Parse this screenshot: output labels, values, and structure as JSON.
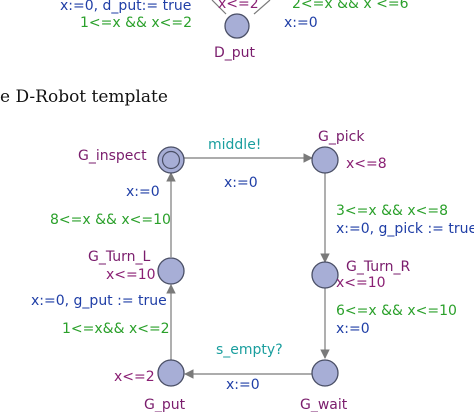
{
  "top_fragment": {
    "update_left": "x:=0, d_put:= true",
    "invariant_partial": "x<=2",
    "guard_right_partial": "2<=x && x <=6",
    "guard_left": "1<=x && x<=2",
    "update_right": "x:=0",
    "state_d_put": "D_put"
  },
  "caption": "e D-Robot template",
  "automaton": {
    "states": {
      "g_inspect": "G_inspect",
      "g_pick": "G_pick",
      "g_turn_r": "G_Turn_R",
      "g_turn_l": "G_Turn_L",
      "g_put": "G_put",
      "g_wait": "G_wait"
    },
    "invariants": {
      "g_pick": "x<=8",
      "g_turn_r": "x<=10",
      "g_turn_l": "x<=10",
      "g_put": "x<=2"
    },
    "edges": {
      "inspect_to_pick": {
        "sync": "middle!",
        "update": "x:=0"
      },
      "pick_to_turn_r": {
        "guard": "3<=x && x<=8",
        "update": "x:=0, g_pick := true"
      },
      "turn_r_to_wait": {
        "guard": "6<=x && x<=10",
        "update": "x:=0"
      },
      "wait_to_put": {
        "sync": "s_empty?",
        "update": "x:=0"
      },
      "put_to_turn_l": {
        "guard": "1<=x&& x<=2",
        "update": "x:=0, g_put := true"
      },
      "turn_l_to_inspect": {
        "guard": "8<=x && x<=10",
        "update": "x:=0"
      }
    }
  },
  "colors": {
    "state_name": "#7a1c6c",
    "invariant": "#8a1f73",
    "guard": "#2aa02a",
    "update": "#1f3ea6",
    "sync": "#1a9e9e",
    "location_fill": "#a7aed6"
  }
}
